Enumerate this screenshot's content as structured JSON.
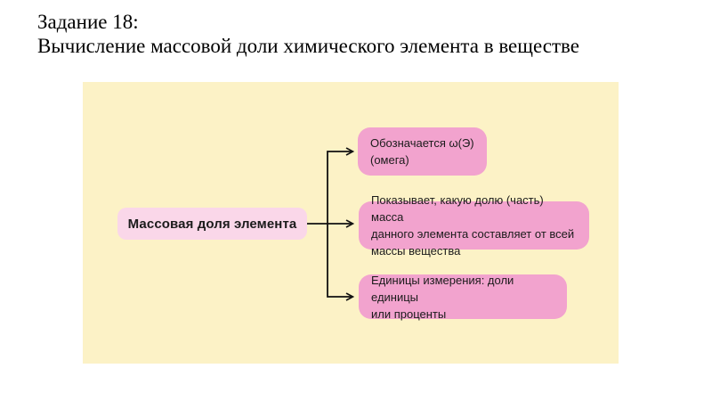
{
  "page": {
    "title_line1": "Задание 18:",
    "title_line2": "Вычисление массовой доли химического элемента в веществе"
  },
  "diagram": {
    "root": {
      "label": "Массовая доля элемента"
    },
    "nodes": [
      {
        "id": "designation",
        "label": "Обозначается ω(Э)\n(омега)"
      },
      {
        "id": "meaning",
        "label": "Показывает, какую долю (часть) масса\nданного элемента составляет от всей\nмассы вещества"
      },
      {
        "id": "units",
        "label": "Единицы измерения: доли единицы\nили проценты"
      }
    ],
    "colors": {
      "panel_background": "#FCF2C6",
      "root_node_fill": "#FAD7E9",
      "leaf_node_fill": "#F2A3CE",
      "text": "#1B1B1B",
      "arrow": "#111111"
    }
  }
}
